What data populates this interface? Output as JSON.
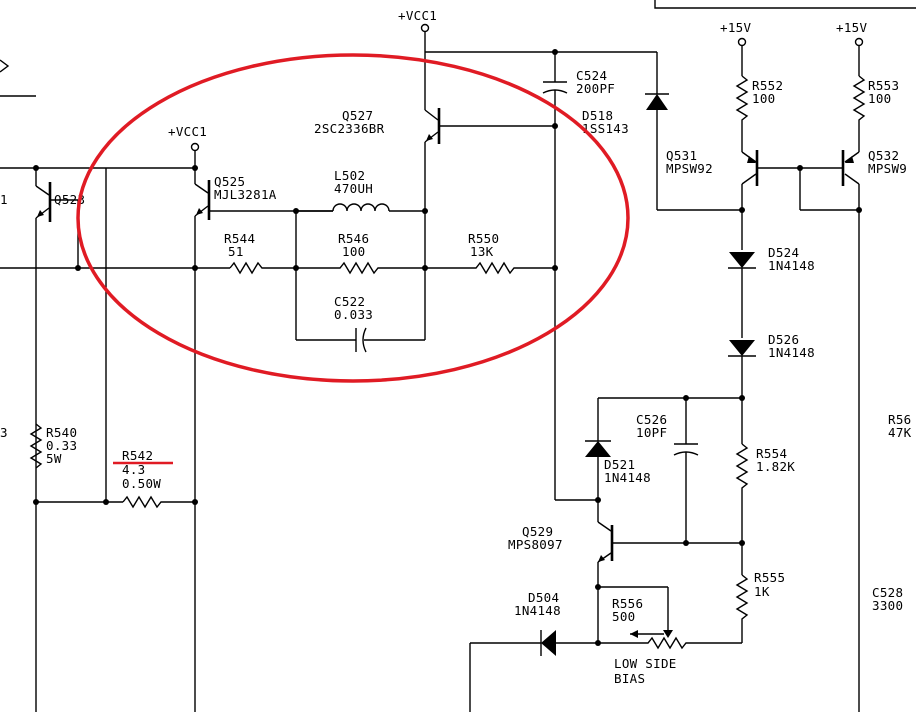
{
  "rails": {
    "vcc_top": "+VCC1",
    "vcc_left": "+VCC1",
    "v15_a": "+15V",
    "v15_b": "+15V"
  },
  "components": {
    "q523": {
      "ref": "Q523"
    },
    "q525": {
      "ref": "Q525",
      "value": "MJL3281A"
    },
    "q527": {
      "ref": "Q527",
      "value": "2SC2336BR"
    },
    "q529": {
      "ref": "Q529",
      "value": "MPS8097"
    },
    "q531": {
      "ref": "Q531",
      "value": "MPSW92"
    },
    "q532": {
      "ref": "Q532",
      "value": "MPSW9"
    },
    "l502": {
      "ref": "L502",
      "value": "470UH"
    },
    "r540": {
      "ref": "R540",
      "value": "0.33",
      "rating": "5W"
    },
    "r542": {
      "ref": "R542",
      "value": "4.3",
      "rating": "0.50W"
    },
    "r544": {
      "ref": "R544",
      "value": "51"
    },
    "r546": {
      "ref": "R546",
      "value": "100"
    },
    "r550": {
      "ref": "R550",
      "value": "13K"
    },
    "r552": {
      "ref": "R552",
      "value": "100"
    },
    "r553": {
      "ref": "R553",
      "value": "100"
    },
    "r554": {
      "ref": "R554",
      "value": "1.82K"
    },
    "r555": {
      "ref": "R555",
      "value": "1K"
    },
    "r556": {
      "ref": "R556",
      "value": "500"
    },
    "r56x": {
      "ref": "R56",
      "value": "47K"
    },
    "c522": {
      "ref": "C522",
      "value": "0.033"
    },
    "c524": {
      "ref": "C524",
      "value": "200PF"
    },
    "c526": {
      "ref": "C526",
      "value": "10PF"
    },
    "c528": {
      "ref": "C528",
      "value": "3300"
    },
    "d504": {
      "ref": "D504",
      "value": "1N4148"
    },
    "d518": {
      "ref": "D518",
      "value": "1SS143"
    },
    "d521": {
      "ref": "D521",
      "value": "1N4148"
    },
    "d524": {
      "ref": "D524",
      "value": "1N4148"
    },
    "d526": {
      "ref": "D526",
      "value": "1N4148"
    }
  },
  "labels": {
    "left_fragment_1": "1",
    "left_fragment_2": "3",
    "bias_line1": "LOW SIDE",
    "bias_line2": "BIAS"
  },
  "annotations": {
    "circle_color": "#e01b24",
    "underline_color": "#e01b24"
  }
}
